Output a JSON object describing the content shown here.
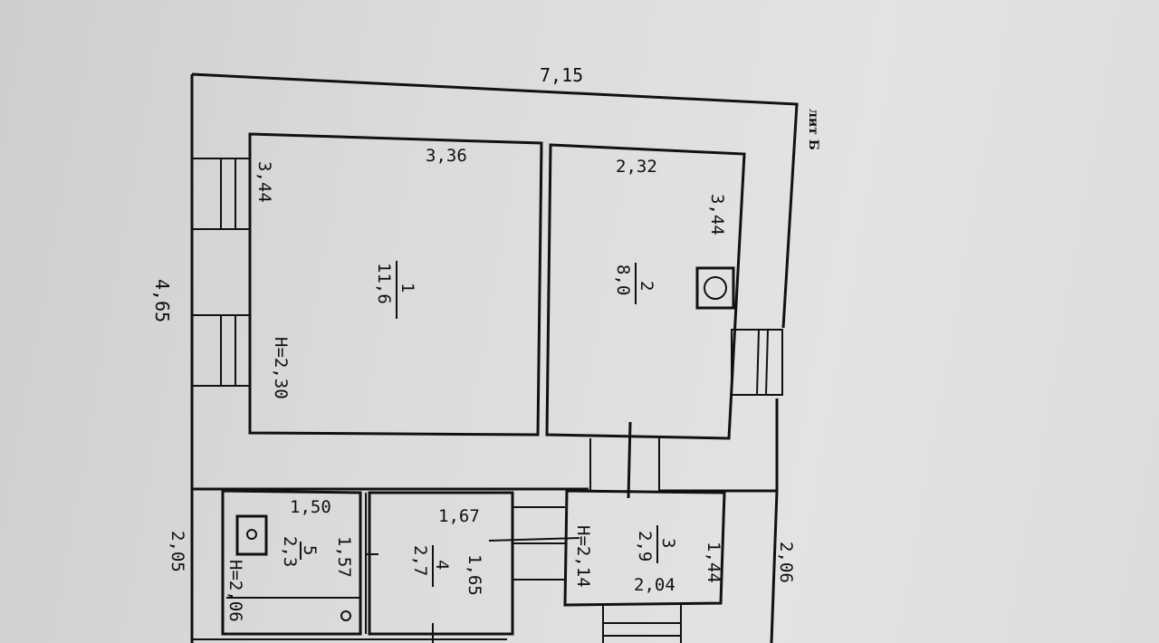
{
  "plan": {
    "lit_label": "лит Б",
    "outer": {
      "width": "7,15",
      "height": "4,65",
      "lower_left": "2,05",
      "lower_right": "2,06"
    },
    "rooms": [
      {
        "number": "1",
        "area": "11,6",
        "width": "3,36",
        "length": "3,44",
        "height_label": "H=2,30"
      },
      {
        "number": "2",
        "area": "8,0",
        "width": "2,32",
        "length": "3,44"
      },
      {
        "number": "3",
        "area": "2,9",
        "width": "2,04",
        "length": "1,44",
        "height_label": "H=2,14"
      },
      {
        "number": "4",
        "area": "2,7",
        "width": "1,67",
        "length": "1,65"
      },
      {
        "number": "5",
        "area": "2,3",
        "width": "1,50",
        "length": "1,57",
        "height_label": "H=2,06"
      }
    ]
  }
}
